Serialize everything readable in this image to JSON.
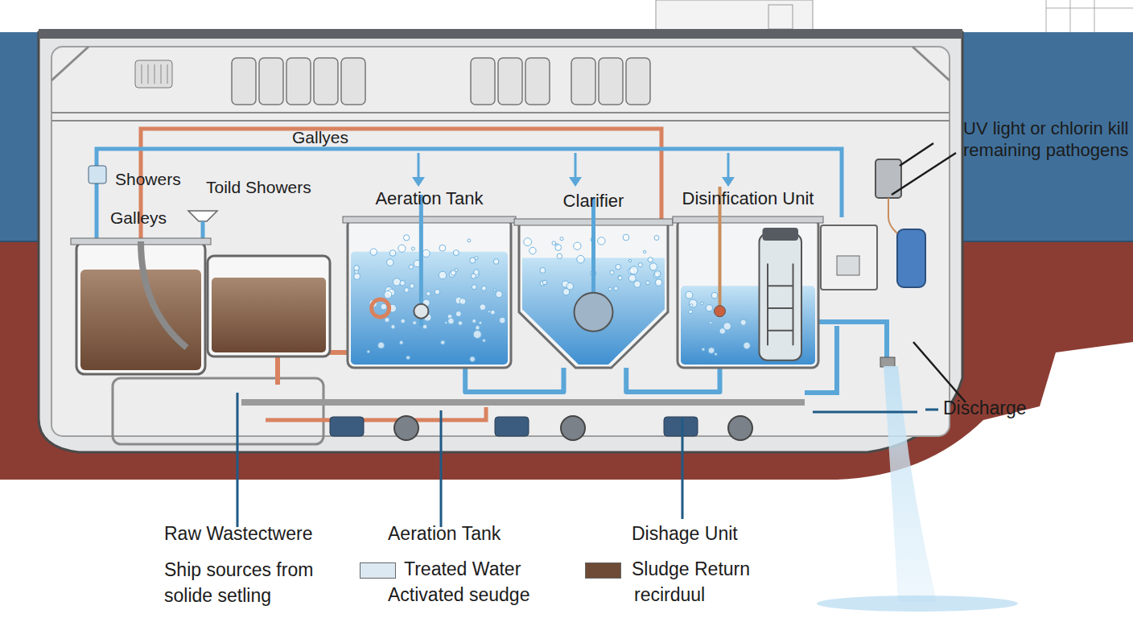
{
  "diagram": {
    "nodes": [
      {
        "text": [
          "Aeration Tank"
        ]
      },
      {
        "text": [
          "Clarifier"
        ]
      },
      {
        "text": [
          "Disinfication Unit"
        ]
      }
    ],
    "edges": [
      {
        "from": 0,
        "to": 1,
        "arrow": "none"
      },
      {
        "from": 1,
        "to": 2,
        "arrow": "none"
      }
    ],
    "labels": [
      "Gallyes",
      "Showers",
      "Toild Showers",
      "Galleys",
      "UV light or chlorin kill remaining pathogens",
      "Discharge",
      "Raw Wastectwere",
      "Ship sources from solide setling",
      "Aeration Tank",
      "Activated seudge",
      "Dishage Unit",
      "recirduul"
    ],
    "legend": [
      {
        "text": "Treated Water",
        "color": "#dce9f3"
      },
      {
        "text": "Sludge Return",
        "color": "#6e4b36"
      }
    ]
  }
}
